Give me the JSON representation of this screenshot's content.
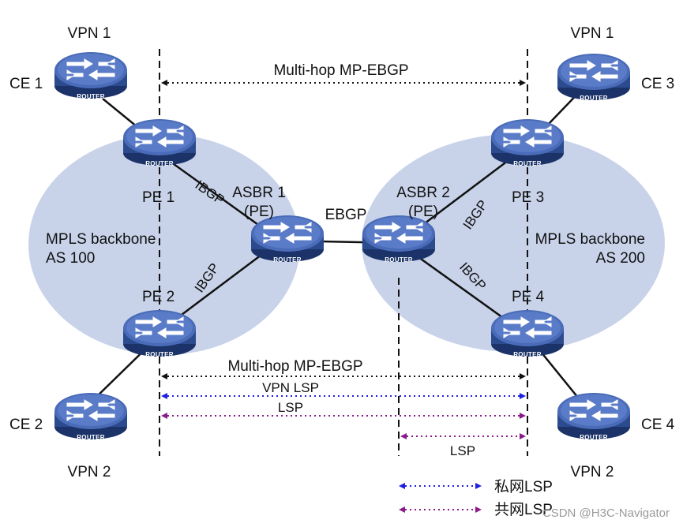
{
  "labels": {
    "vpn1_left": "VPN 1",
    "vpn1_right": "VPN 1",
    "vpn2_left": "VPN 2",
    "vpn2_right": "VPN 2",
    "ce1": "CE 1",
    "ce2": "CE 2",
    "ce3": "CE 3",
    "ce4": "CE 4",
    "pe1": "PE 1",
    "pe2": "PE 2",
    "pe3": "PE 3",
    "pe4": "PE 4",
    "asbr1": "ASBR 1",
    "asbr1_role": "(PE)",
    "asbr2": "ASBR 2",
    "asbr2_role": "(PE)",
    "ebgp": "EBGP",
    "ibgp_pe1": "IBGP",
    "ibgp_pe2": "IBGP",
    "ibgp_pe3": "IBGP",
    "ibgp_pe4": "IBGP",
    "mpls_left_line1": "MPLS backbone",
    "mpls_left_line2": "AS 100",
    "mpls_right_line1": "MPLS backbone",
    "mpls_right_line2": "AS 200",
    "multihop_top": "Multi-hop MP-EBGP",
    "multihop_bottom": "Multi-hop MP-EBGP",
    "vpn_lsp": "VPN LSP",
    "lsp_long": "LSP",
    "lsp_short": "LSP",
    "router_text": "ROUTER",
    "legend_private": "私网LSP",
    "legend_public": "共网LSP",
    "watermark": "CSDN @H3C-Navigator"
  },
  "colors": {
    "cloud": "#c8d3ea",
    "router_dark": "#243f7a",
    "router_mid": "#3a5ca8",
    "router_top": "#5577c4",
    "vpn_lsp": "#1f1fe0",
    "lsp": "#8a1a8a",
    "dashed_line": "#111111"
  },
  "icons": {
    "router": "router-icon"
  }
}
